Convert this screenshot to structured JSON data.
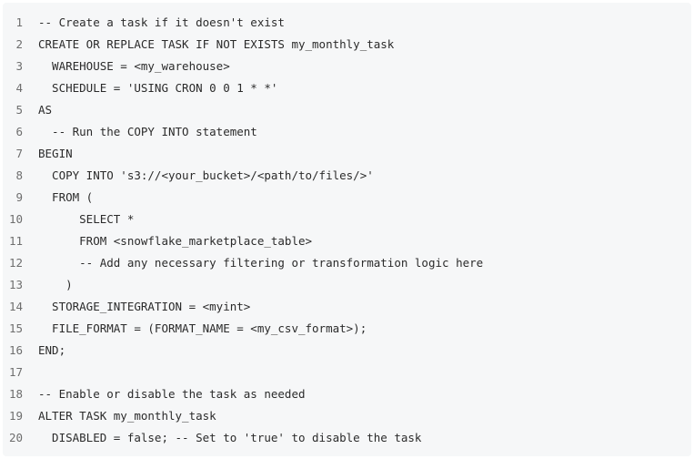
{
  "code": {
    "lines": [
      {
        "number": "1",
        "text": "-- Create a task if it doesn't exist"
      },
      {
        "number": "2",
        "text": "CREATE OR REPLACE TASK IF NOT EXISTS my_monthly_task"
      },
      {
        "number": "3",
        "text": "  WAREHOUSE = <my_warehouse>"
      },
      {
        "number": "4",
        "text": "  SCHEDULE = 'USING CRON 0 0 1 * *'"
      },
      {
        "number": "5",
        "text": "AS"
      },
      {
        "number": "6",
        "text": "  -- Run the COPY INTO statement"
      },
      {
        "number": "7",
        "text": "BEGIN"
      },
      {
        "number": "8",
        "text": "  COPY INTO 's3://<your_bucket>/<path/to/files/>'"
      },
      {
        "number": "9",
        "text": "  FROM ("
      },
      {
        "number": "10",
        "text": "      SELECT *"
      },
      {
        "number": "11",
        "text": "      FROM <snowflake_marketplace_table>"
      },
      {
        "number": "12",
        "text": "      -- Add any necessary filtering or transformation logic here"
      },
      {
        "number": "13",
        "text": "    )"
      },
      {
        "number": "14",
        "text": "  STORAGE_INTEGRATION = <myint>"
      },
      {
        "number": "15",
        "text": "  FILE_FORMAT = (FORMAT_NAME = <my_csv_format>);"
      },
      {
        "number": "16",
        "text": "END;"
      },
      {
        "number": "17",
        "text": ""
      },
      {
        "number": "18",
        "text": "-- Enable or disable the task as needed"
      },
      {
        "number": "19",
        "text": "ALTER TASK my_monthly_task"
      },
      {
        "number": "20",
        "text": "  DISABLED = false; -- Set to 'true' to disable the task"
      }
    ]
  }
}
